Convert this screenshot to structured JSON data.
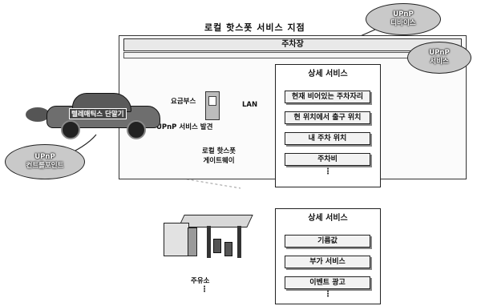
{
  "title": "로컬 핫스폿 서비스 지점",
  "parking": {
    "header": "주차장",
    "booth_label": "요금부스",
    "lan_label": "LAN",
    "discovery_label": "UPnP 서비스 발견",
    "gateway_label": [
      "로컬 핫스폿",
      "게이트웨이"
    ]
  },
  "car_label": "텔레매틱스 단말기",
  "bubbles": {
    "device": [
      "UPnP",
      "디바이스"
    ],
    "service": [
      "UPnP",
      "서비스"
    ],
    "control_point": [
      "UPnP",
      "컨트롤포인트"
    ]
  },
  "service_top": {
    "header": "상세 서비스",
    "items": [
      "현재 비어있는 주차자리",
      "현 위치에서 출구 위치",
      "내 주차 위치",
      "주차비"
    ]
  },
  "service_bottom": {
    "header": "상세 서비스",
    "items": [
      "기름값",
      "부가 서비스",
      "이벤트 광고"
    ]
  },
  "gas_station_label": "주유소",
  "dots": "⋮"
}
